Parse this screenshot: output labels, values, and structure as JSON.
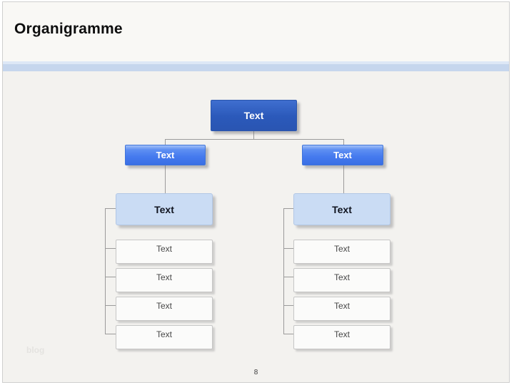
{
  "slide": {
    "title": "Organigramme",
    "page_number": "8",
    "watermark": "blog"
  },
  "org_chart": {
    "type": "org-tree",
    "root": {
      "label": "Text"
    },
    "level2": [
      {
        "label": "Text"
      },
      {
        "label": "Text"
      }
    ],
    "branches": [
      {
        "head": {
          "label": "Text"
        },
        "children": [
          {
            "label": "Text"
          },
          {
            "label": "Text"
          },
          {
            "label": "Text"
          },
          {
            "label": "Text"
          }
        ]
      },
      {
        "head": {
          "label": "Text"
        },
        "children": [
          {
            "label": "Text"
          },
          {
            "label": "Text"
          },
          {
            "label": "Text"
          },
          {
            "label": "Text"
          }
        ]
      }
    ]
  },
  "colors": {
    "root_node_blue": "#2b59ba",
    "level2_node_blue": "#4479ee",
    "branch_head_blue": "#cadcf4",
    "leaf_node_gray": "#fbfbfa",
    "accent_band_blue": "#c6d6ed",
    "connector_gray": "#9b9b9b",
    "header_background": "#f9f8f5",
    "slide_background": "#f3f2ef"
  }
}
